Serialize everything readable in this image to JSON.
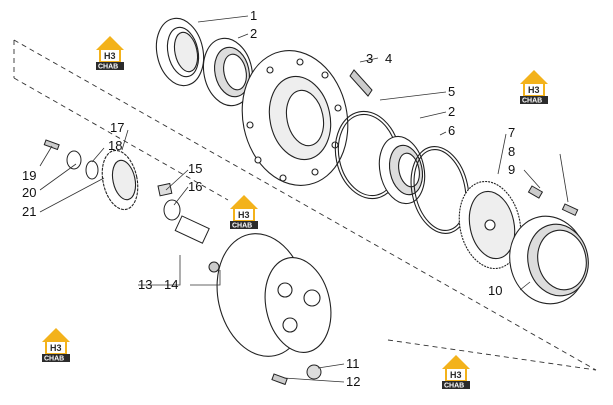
{
  "diagram": {
    "part_labels": [
      "1",
      "2",
      "3",
      "4",
      "5",
      "2",
      "6",
      "7",
      "8",
      "9",
      "10",
      "11",
      "12",
      "13",
      "14",
      "15",
      "16",
      "17",
      "18",
      "19",
      "20",
      "21"
    ]
  },
  "logo": {
    "mark": "H3",
    "text": "CHAB",
    "color_dark": "#2b2b2b",
    "color_accent": "#f3b21b"
  }
}
